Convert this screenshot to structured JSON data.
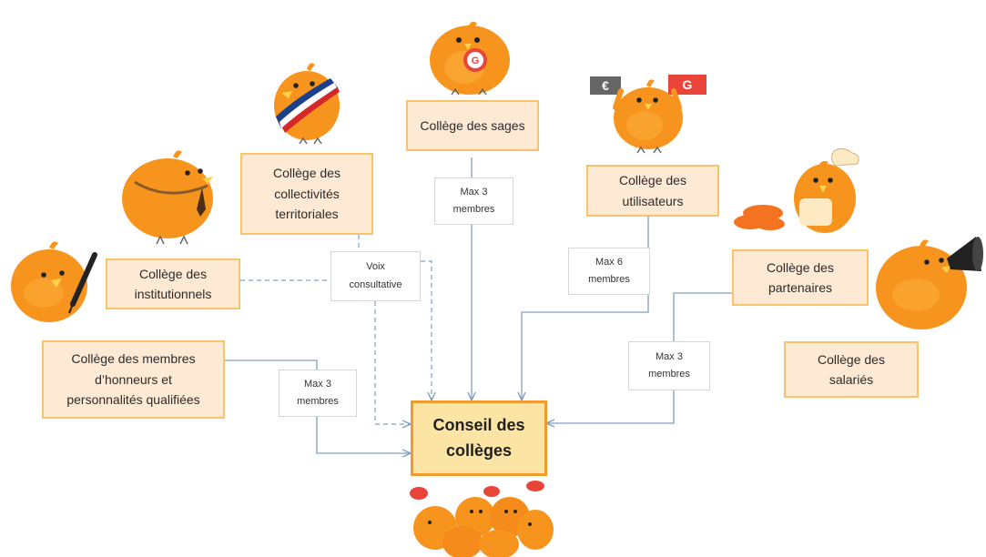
{
  "colors": {
    "box_fill": "#fde9d4",
    "box_border": "#f8c36a",
    "center_fill": "#fce4a4",
    "center_border": "#f29a2e",
    "arrow": "#7f9fc4",
    "bird": "#f7941d"
  },
  "center": {
    "label": "Conseil des\ncollèges"
  },
  "colleges": {
    "sages": "Collège des sages",
    "collectivites": "Collège des\ncollectivités\nterritoriales",
    "utilisateurs": "Collège des\nutilisateurs",
    "institutionnels": "Collège des\ninstitutionnels",
    "partenaires": "Collège des\npartenaires",
    "membres_honneurs": "Collège des membres\nd’honneurs et\npersonnalités qualifiées",
    "salaries": "Collège des\nsalariés"
  },
  "labels": {
    "sages": "Max 3\nmembres",
    "utilisateurs": "Max 6\nmembres",
    "voix": "Voix\nconsultative",
    "partenaires": "Max 3\nmembres",
    "membres_honneurs": "Max 3\nmembres"
  },
  "icons": {
    "currency_euro": "€",
    "currency_g": "G",
    "g_emblem": "G",
    "illustrations": [
      "bird-writer-icon",
      "bird-scarf-icon",
      "bird-sash-icon",
      "bird-holding-coin-icon",
      "bird-currency-icon",
      "bird-chef-icon",
      "bird-megaphone-icon",
      "bird-group-icon"
    ]
  }
}
